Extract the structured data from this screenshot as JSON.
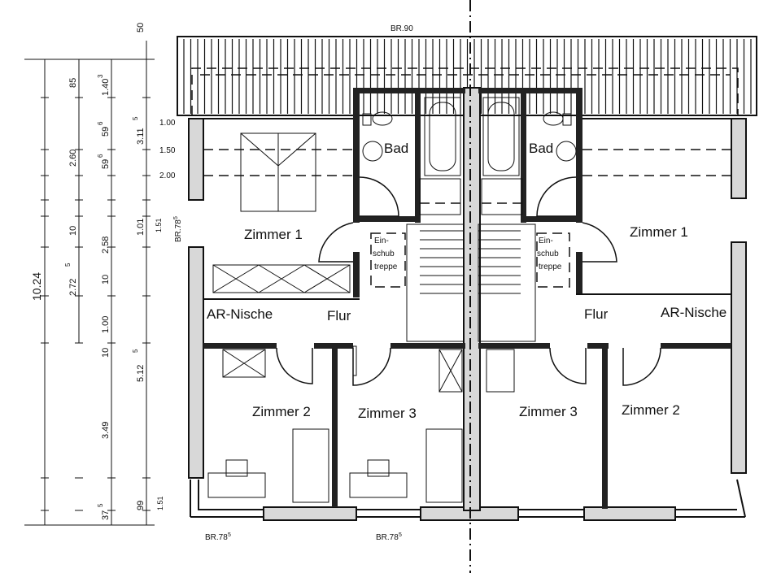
{
  "rooms": {
    "zimmer1_left": "Zimmer 1",
    "zimmer1_right": "Zimmer 1",
    "zimmer2_left": "Zimmer 2",
    "zimmer2_right": "Zimmer 2",
    "zimmer3_left": "Zimmer 3",
    "zimmer3_right": "Zimmer 3",
    "bad_left": "Bad",
    "bad_right": "Bad",
    "flur_left": "Flur",
    "flur_right": "Flur",
    "nische_left": "AR-Nische",
    "nische_right": "AR-Nische"
  },
  "einschub": {
    "line1": "Ein-",
    "line2": "schub",
    "line3": "treppe"
  },
  "annotations": {
    "br_top": "BR.90",
    "br_side": "BR.78",
    "br_side_sup": "5",
    "br_bottom_left": "BR.78",
    "br_bottom_left_sup": "5",
    "br_bottom_mid": "BR.78",
    "br_bottom_mid_sup": "5"
  },
  "heights": [
    "1.00",
    "1.50",
    "2.00"
  ],
  "dimensions_outer": {
    "total": "10.24"
  },
  "dimensions_col2": [
    "85",
    "2.60",
    "10",
    "2.72",
    "5",
    "10",
    "1.00",
    "10",
    "3.49",
    "37",
    "5"
  ],
  "dimensions_col3": [
    "1.40",
    "3",
    "59",
    "6",
    "59",
    "6",
    "2.58",
    "99"
  ],
  "dimensions_col4": [
    "50",
    "3.11",
    "5",
    "1.01",
    "1.51",
    "5.12",
    "5",
    "1.51"
  ]
}
